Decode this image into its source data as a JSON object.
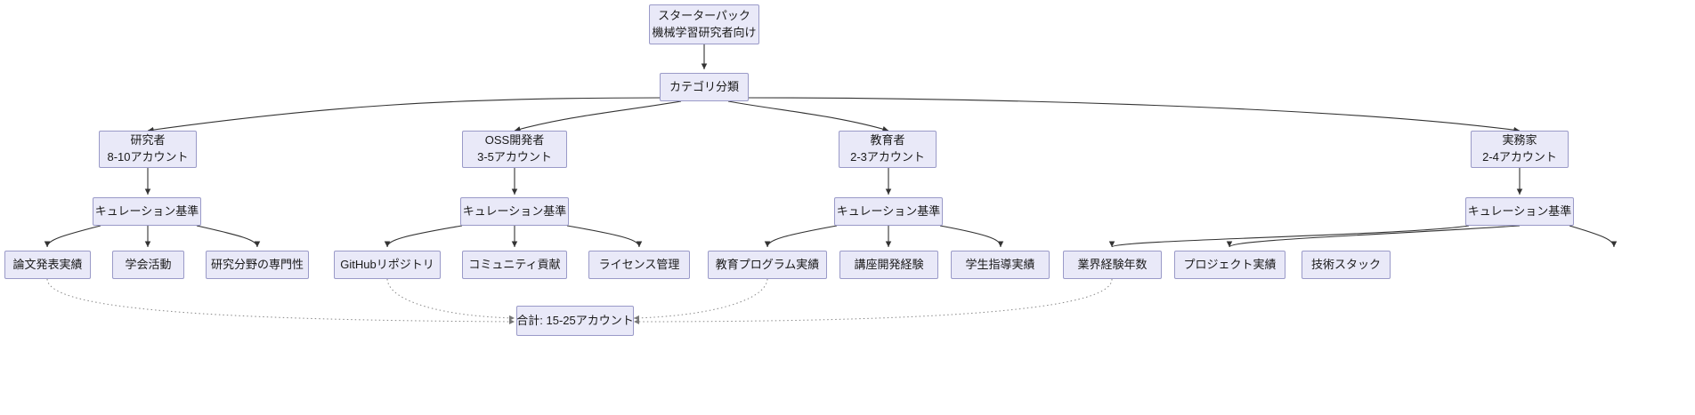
{
  "diagram": {
    "type": "flowchart",
    "direction": "top-down",
    "title_node": {
      "line1": "スターターパック",
      "line2": "機械学習研究者向け"
    },
    "classifier_node": {
      "label": "カテゴリ分類"
    },
    "criteria_label": "キュレーション基準",
    "total_node": {
      "label": "合計: 15-25アカウント"
    },
    "colors": {
      "node_fill": "#e9e9f8",
      "node_border": "#9a9ac8",
      "edge": "#333333",
      "edge_dotted": "#888888",
      "text": "#1a1a1a",
      "background": "#ffffff"
    },
    "categories": [
      {
        "name": "研究者",
        "accounts": "8-10アカウント",
        "criteria": "キュレーション基準",
        "leaves": [
          "論文発表実績",
          "学会活動",
          "研究分野の専門性"
        ]
      },
      {
        "name": "OSS開発者",
        "accounts": "3-5アカウント",
        "criteria": "キュレーション基準",
        "leaves": [
          "GitHubリポジトリ",
          "コミュニティ貢献",
          "ライセンス管理"
        ]
      },
      {
        "name": "教育者",
        "accounts": "2-3アカウント",
        "criteria": "キュレーション基準",
        "leaves": [
          "教育プログラム実績",
          "講座開発経験",
          "学生指導実績"
        ]
      },
      {
        "name": "実務家",
        "accounts": "2-4アカウント",
        "criteria": "キュレーション基準",
        "leaves": [
          "業界経験年数",
          "プロジェクト実績",
          "技術スタック"
        ]
      }
    ]
  }
}
